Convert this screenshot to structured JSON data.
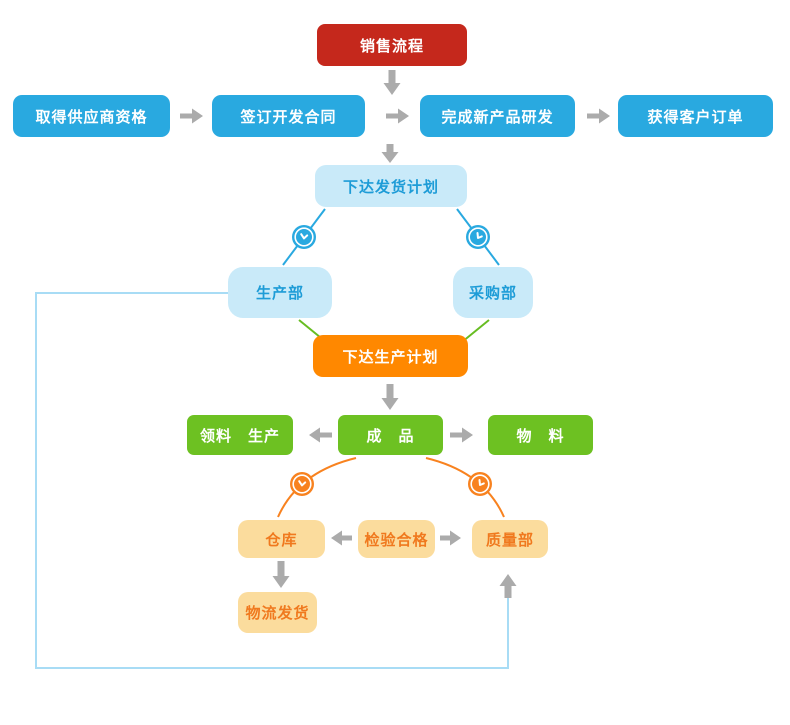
{
  "flowchart": {
    "title_node": {
      "label": "销售流程"
    },
    "top_row": [
      {
        "label": "取得供应商资格"
      },
      {
        "label": "签订开发合同"
      },
      {
        "label": "完成新产品研发"
      },
      {
        "label": "获得客户订单"
      }
    ],
    "shipping_plan": {
      "label": "下达发货计划"
    },
    "departments": [
      {
        "label": "生产部"
      },
      {
        "label": "采购部"
      }
    ],
    "production_plan": {
      "label": "下达生产计划"
    },
    "production_row": [
      {
        "label": "领料　生产"
      },
      {
        "label": "成　品"
      },
      {
        "label": "物　料"
      }
    ],
    "quality_row": [
      {
        "label": "仓库"
      },
      {
        "label": "检验合格"
      },
      {
        "label": "质量部"
      }
    ],
    "logistics_node": {
      "label": "物流发货"
    },
    "icons": {
      "clock": "clock-icon"
    },
    "colors": {
      "red": "#c5281c",
      "blue": "#29a9e0",
      "light_blue_fill": "#c9eaf9",
      "light_blue_text": "#1e9cd7",
      "orange": "#ff8800",
      "green": "#6dc122",
      "green_line": "#67bd22",
      "orange_line": "#f8821f",
      "tan_fill": "#fbdc9d",
      "tan_text": "#f0791e",
      "arrow_gray": "#ababab",
      "loop_line": "#a8dcf5"
    }
  }
}
